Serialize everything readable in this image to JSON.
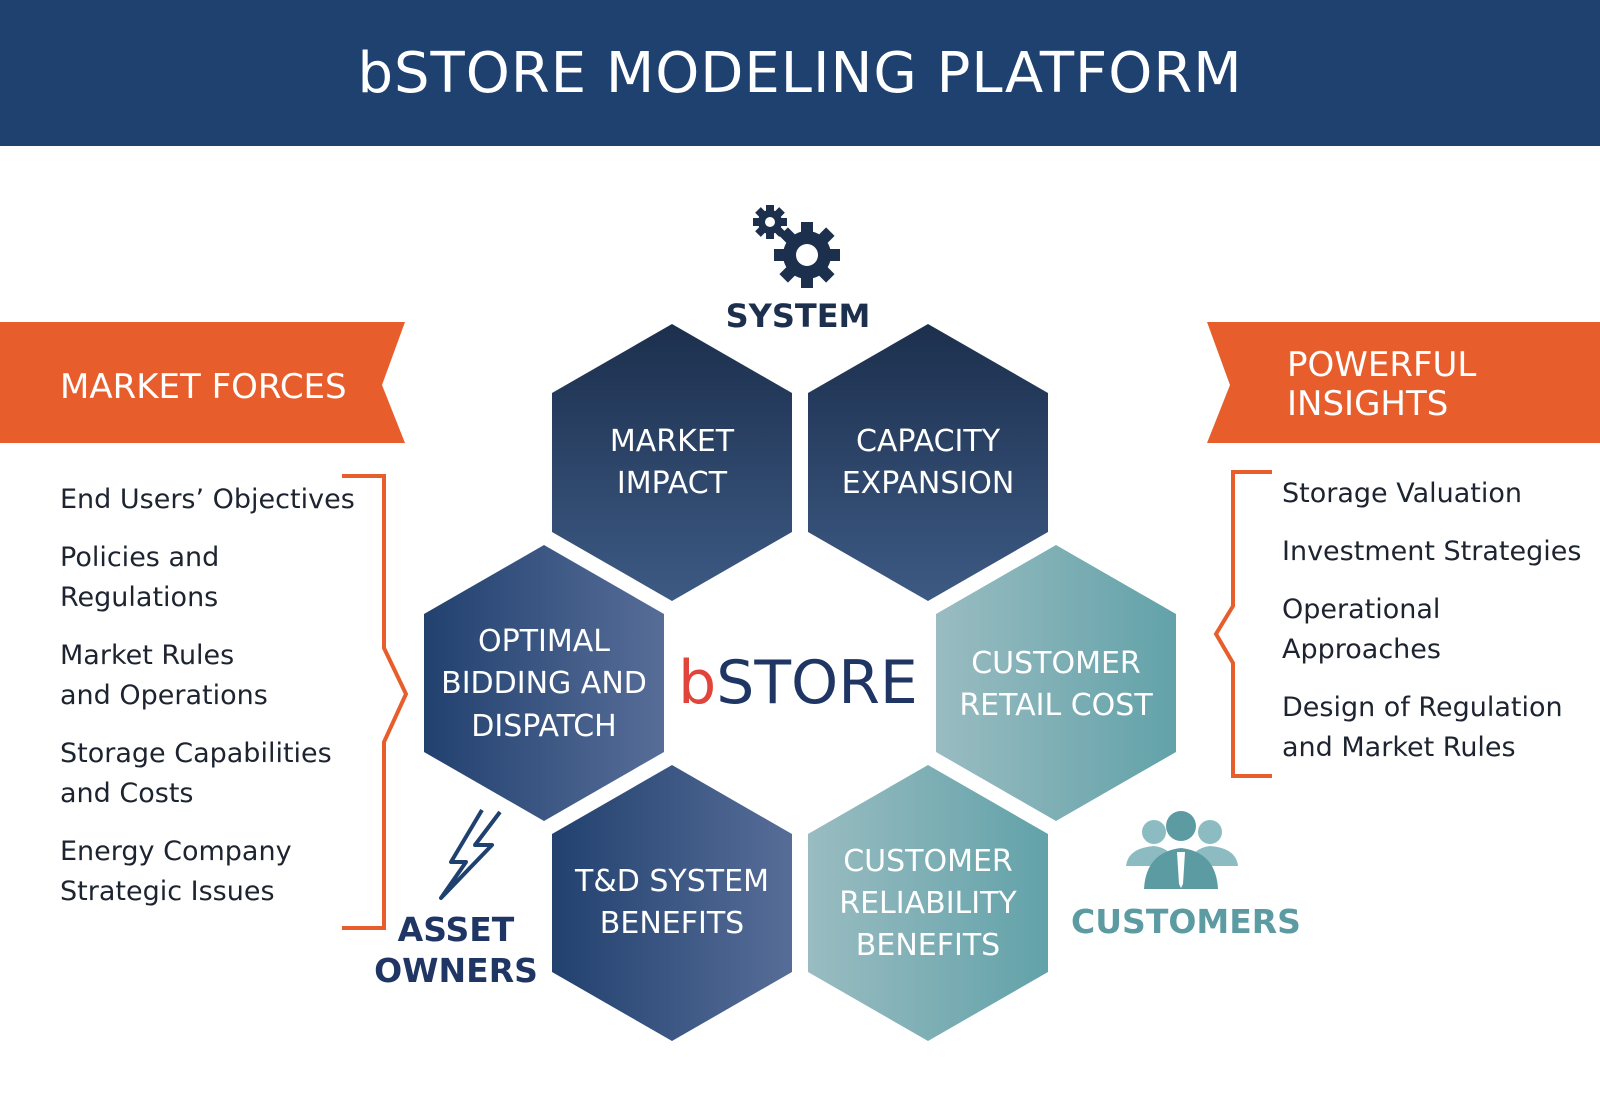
{
  "header": {
    "title": "bSTORE MODELING PLATFORM"
  },
  "left_panel": {
    "banner": "MARKET FORCES",
    "items": [
      "End Users’ Objectives",
      "Policies and\nRegulations",
      "Market Rules\nand Operations",
      "Storage Capabilities\nand Costs",
      "Energy Company\nStrategic Issues"
    ]
  },
  "right_panel": {
    "banner_line1": "POWERFUL",
    "banner_line2": "INSIGHTS",
    "items": [
      "Storage Valuation",
      "Investment Strategies",
      "Operational\nApproaches",
      "Design of Regulation\nand Market Rules"
    ]
  },
  "center": {
    "logo_b": "b",
    "logo_rest": "STORE"
  },
  "stakeholders": {
    "system": "SYSTEM",
    "asset_owners_line1": "ASSET",
    "asset_owners_line2": "OWNERS",
    "customers": "CUSTOMERS"
  },
  "hexagons": {
    "market_impact": {
      "line1": "MARKET",
      "line2": "IMPACT"
    },
    "capacity_expansion": {
      "line1": "CAPACITY",
      "line2": "EXPANSION"
    },
    "optimal_bidding": {
      "line1": "OPTIMAL",
      "line2": "BIDDING AND",
      "line3": "DISPATCH"
    },
    "customer_retail_cost": {
      "line1": "CUSTOMER",
      "line2": "RETAIL COST"
    },
    "td_system_benefits": {
      "line1": "T&D SYSTEM",
      "line2": "BENEFITS"
    },
    "customer_reliability": {
      "line1": "CUSTOMER",
      "line2": "RELIABILITY",
      "line3": "BENEFITS"
    }
  },
  "colors": {
    "navy": "#1f4170",
    "orange": "#e85d2c",
    "teal": "#6aa7ae",
    "text_dark": "#1d2430"
  },
  "icons": [
    "gear-icon",
    "lightning-icon",
    "people-icon"
  ]
}
